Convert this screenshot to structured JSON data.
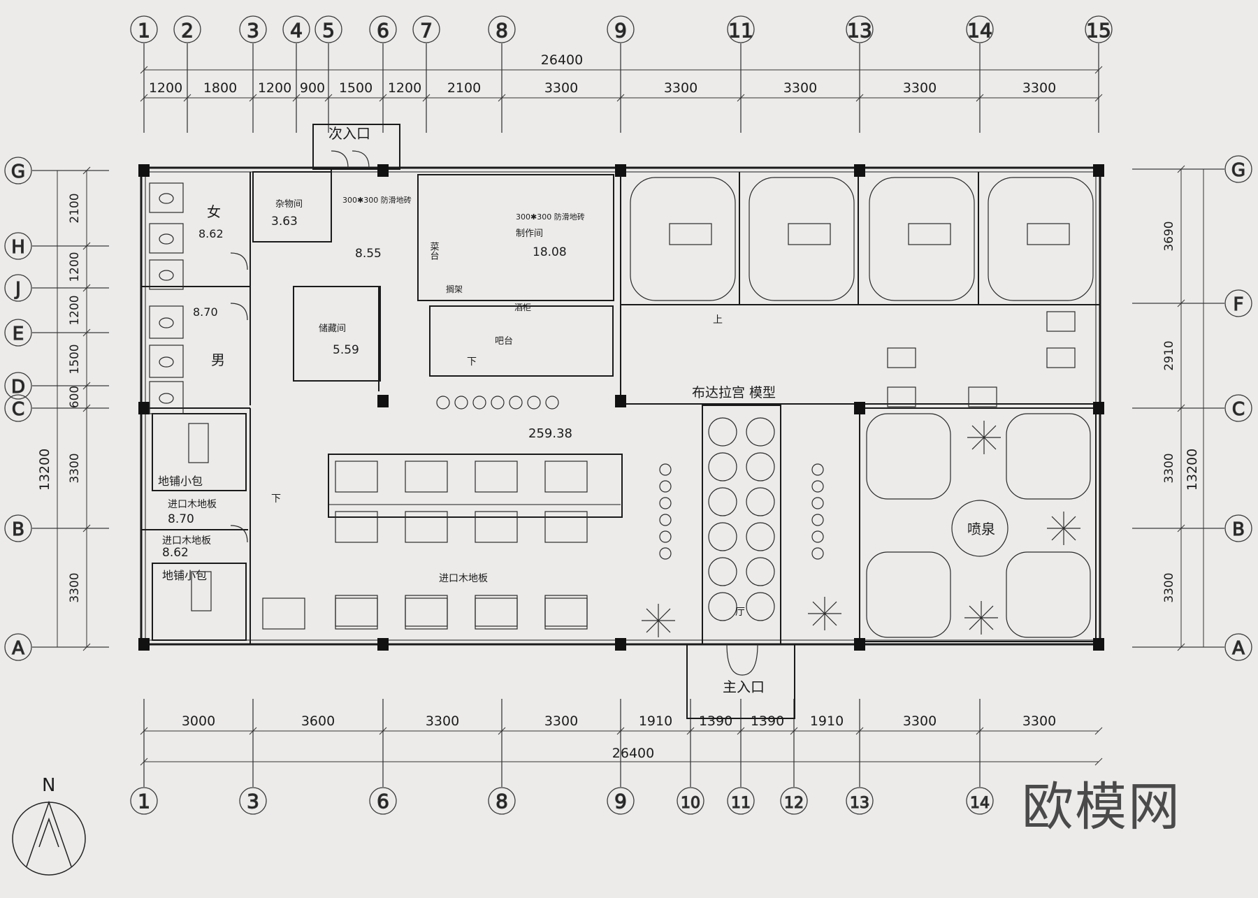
{
  "axes_top": [
    "1",
    "2",
    "3",
    "4",
    "5",
    "6",
    "7",
    "8",
    "9",
    "11",
    "13",
    "14",
    "15"
  ],
  "axes_bottom": [
    "1",
    "3",
    "6",
    "8",
    "9",
    "10",
    "11",
    "12",
    "13",
    "14"
  ],
  "axes_left": [
    "G",
    "H",
    "J",
    "E",
    "D",
    "C",
    "B",
    "A"
  ],
  "axes_right": [
    "G",
    "F",
    "C",
    "B",
    "A"
  ],
  "dims_top_total": "26400",
  "dims_top": [
    "1200",
    "1800",
    "1200",
    "900",
    "1500",
    "1200",
    "2100",
    "3300",
    "3300",
    "3300",
    "3300",
    "3300"
  ],
  "dims_bottom_total": "26400",
  "dims_bottom": [
    "3000",
    "3600",
    "3300",
    "3300",
    "1910",
    "1390",
    "1390",
    "1910",
    "3300",
    "3300"
  ],
  "dims_left_total": "13200",
  "dims_left": [
    "2100",
    "1200",
    "1200",
    "1500",
    "600",
    "3300",
    "3300"
  ],
  "dims_right_total": "13200",
  "dims_right": [
    "3690",
    "2910",
    "3300",
    "3300"
  ],
  "rooms": {
    "secondary_entrance": "次入口",
    "main_entrance": "主入口",
    "women": "女",
    "women_area": "8.62",
    "men": "男",
    "men_area": "8.70",
    "storage": "杂物间",
    "storage_area": "3.63",
    "tile_note_1": "300✱300 防滑地砖",
    "tile_note_2": "300✱300 防滑地砖",
    "prep_area": "8.55",
    "kitchen": "制作间",
    "kitchen_area": "18.08",
    "counter": "菜台",
    "shelf": "搁架",
    "wine_rack": "酒柜",
    "storeroom": "储藏间",
    "storeroom_area": "5.59",
    "bar": "吧台",
    "down_1": "下",
    "down_2": "下",
    "hall_area": "259.38",
    "potala_model": "布达拉宫  模型",
    "tatami_1": "地铺小包",
    "tatami_2": "地铺小包",
    "wood_floor_1": "进口木地板",
    "wood_floor_1_area": "8.70",
    "wood_floor_2": "进口木地板",
    "wood_floor_2_area": "8.62",
    "wood_floor_hall": "进口木地板",
    "fountain": "喷泉",
    "up": "上",
    "hall_mark": "厅"
  },
  "north": "N",
  "watermark": "欧模网"
}
